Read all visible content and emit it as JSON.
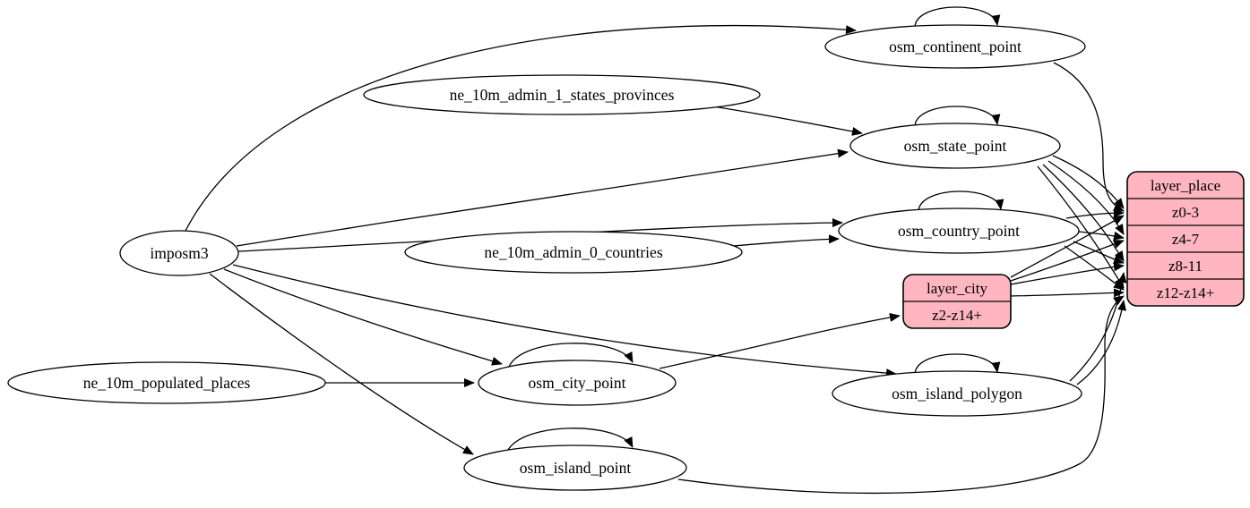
{
  "diagram": {
    "type": "graphviz-etl-flow",
    "colors": {
      "record_fill": "#ffb6c1",
      "node_fill": "#ffffff",
      "edge_stroke": "#000000",
      "background": "#ffffff"
    },
    "nodes": {
      "imposm3": {
        "label": "imposm3"
      },
      "ne_10m_admin_1_states_provinces": {
        "label": "ne_10m_admin_1_states_provinces"
      },
      "ne_10m_admin_0_countries": {
        "label": "ne_10m_admin_0_countries"
      },
      "ne_10m_populated_places": {
        "label": "ne_10m_populated_places"
      },
      "osm_continent_point": {
        "label": "osm_continent_point"
      },
      "osm_state_point": {
        "label": "osm_state_point"
      },
      "osm_country_point": {
        "label": "osm_country_point"
      },
      "osm_city_point": {
        "label": "osm_city_point"
      },
      "osm_island_polygon": {
        "label": "osm_island_polygon"
      },
      "osm_island_point": {
        "label": "osm_island_point"
      },
      "layer_city": {
        "title": "layer_city",
        "rows": [
          "z2-z14+"
        ]
      },
      "layer_place": {
        "title": "layer_place",
        "rows": [
          "z0-3",
          "z4-7",
          "z8-11",
          "z12-z14+"
        ]
      }
    },
    "edges": [
      {
        "from": "imposm3",
        "to": "osm_continent_point"
      },
      {
        "from": "imposm3",
        "to": "osm_state_point"
      },
      {
        "from": "imposm3",
        "to": "osm_country_point"
      },
      {
        "from": "imposm3",
        "to": "osm_city_point"
      },
      {
        "from": "imposm3",
        "to": "osm_island_polygon"
      },
      {
        "from": "imposm3",
        "to": "osm_island_point"
      },
      {
        "from": "ne_10m_admin_1_states_provinces",
        "to": "osm_state_point"
      },
      {
        "from": "ne_10m_admin_0_countries",
        "to": "osm_country_point"
      },
      {
        "from": "ne_10m_populated_places",
        "to": "osm_city_point"
      },
      {
        "from": "osm_continent_point",
        "to": "osm_continent_point"
      },
      {
        "from": "osm_state_point",
        "to": "osm_state_point"
      },
      {
        "from": "osm_country_point",
        "to": "osm_country_point"
      },
      {
        "from": "osm_city_point",
        "to": "osm_city_point"
      },
      {
        "from": "osm_island_polygon",
        "to": "osm_island_polygon"
      },
      {
        "from": "osm_island_point",
        "to": "osm_island_point"
      },
      {
        "from": "osm_city_point",
        "to": "layer_city:z2-z14+"
      },
      {
        "from": "osm_continent_point",
        "to": "layer_place:z0-3"
      },
      {
        "from": "osm_state_point",
        "to": "layer_place:z0-3"
      },
      {
        "from": "osm_state_point",
        "to": "layer_place:z4-7"
      },
      {
        "from": "osm_state_point",
        "to": "layer_place:z8-11"
      },
      {
        "from": "osm_state_point",
        "to": "layer_place:z12-z14+"
      },
      {
        "from": "osm_country_point",
        "to": "layer_place:z0-3"
      },
      {
        "from": "osm_country_point",
        "to": "layer_place:z4-7"
      },
      {
        "from": "osm_country_point",
        "to": "layer_place:z8-11"
      },
      {
        "from": "osm_country_point",
        "to": "layer_place:z12-z14+"
      },
      {
        "from": "layer_city",
        "to": "layer_place:z0-3"
      },
      {
        "from": "layer_city",
        "to": "layer_place:z4-7"
      },
      {
        "from": "layer_city",
        "to": "layer_place:z8-11"
      },
      {
        "from": "layer_city",
        "to": "layer_place:z12-z14+"
      },
      {
        "from": "osm_island_polygon",
        "to": "layer_place:z8-11"
      },
      {
        "from": "osm_island_polygon",
        "to": "layer_place:z12-z14+"
      },
      {
        "from": "osm_island_point",
        "to": "layer_place:z12-z14+"
      }
    ]
  }
}
